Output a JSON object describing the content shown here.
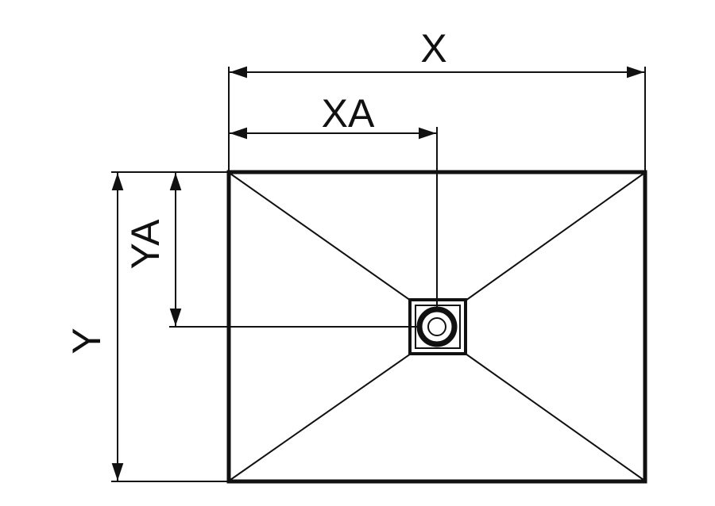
{
  "diagram": {
    "labels": {
      "x": "X",
      "xa": "XA",
      "y": "Y",
      "ya": "YA"
    },
    "colors": {
      "stroke": "#111111",
      "background": "#ffffff"
    }
  }
}
